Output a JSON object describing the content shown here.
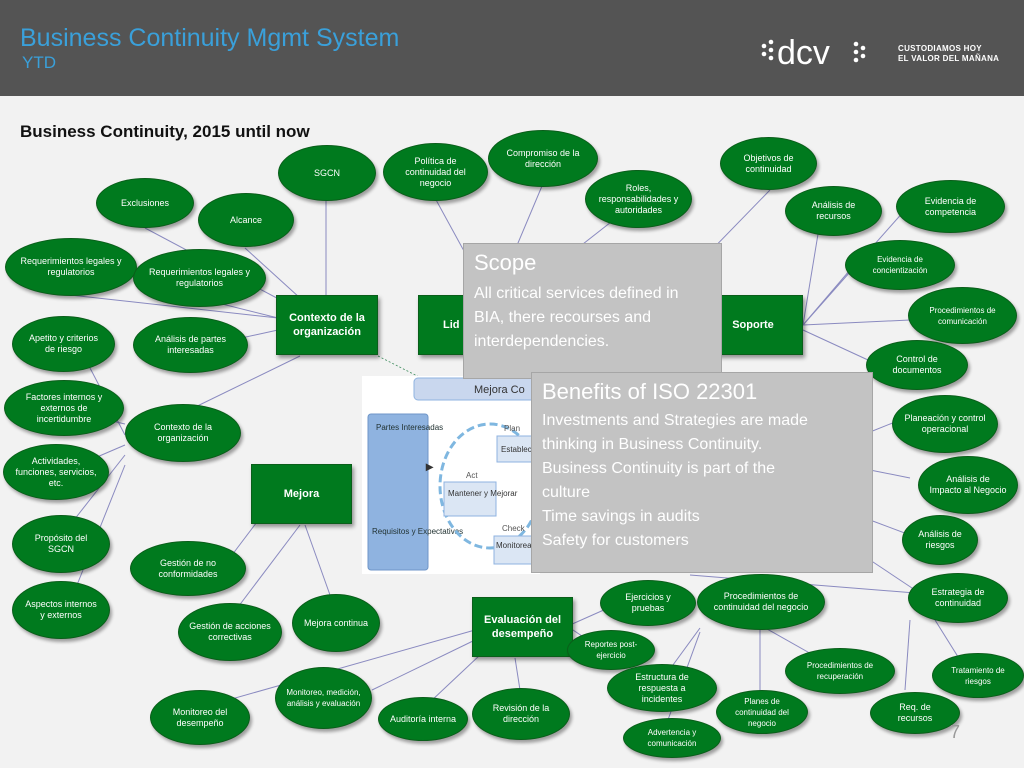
{
  "header": {
    "title": "Business Continuity Mgmt System",
    "subtitle": "YTD",
    "logo_text": "dcv",
    "tagline_line1": "CUSTODIAMOS HOY",
    "tagline_line2": "EL VALOR DEL MAÑANA"
  },
  "section_heading": "Business Continuity, 2015 until now",
  "hubs": {
    "contexto": "Contexto de la organización",
    "liderazgo": "Lid",
    "soporte": "Soporte",
    "mejora": "Mejora",
    "evaluacion": "Evaluación del desempeño"
  },
  "nodes": {
    "sgcn": "SGCN",
    "politica": "Política de continuidad del negocio",
    "compromiso": "Compromiso de la dirección",
    "roles": "Roles, responsabilidades y autoridades",
    "objetivos": "Objetivos de continuidad",
    "exclusiones": "Exclusiones",
    "alcance": "Alcance",
    "req1": "Requerimientos legales y regulatorios",
    "req2": "Requerimientos legales y regulatorios",
    "analisis_recursos": "Análisis de recursos",
    "evidencia_competencia": "Evidencia de competencia",
    "evidencia_concientizacion": "Evidencia de concientización",
    "proc_comunicacion": "Procedimientos de comunicación",
    "control_documentos": "Control de documentos",
    "apetito": "Apetito y criterios de riesgo",
    "analisis_partes": "Análisis de partes interesadas",
    "factores": "Factores internos y externos de incertidumbre",
    "contexto_oval": "Contexto de la organización",
    "actividades": "Actividades, funciones, servicios, etc.",
    "proposito": "Propósito del SGCN",
    "aspectos": "Aspectos internos y externos",
    "gestion_no_conf": "Gestión de no conformidades",
    "gestion_acciones": "Gestión de acciones correctivas",
    "mejora_continua": "Mejora continua",
    "monitoreo_desempeno": "Monitoreo del desempeño",
    "monitoreo_medicion": "Monitoreo, medición, análisis y evaluación",
    "auditoria": "Auditoría interna",
    "revision_direccion": "Revisión de la dirección",
    "planeacion": "Planeación y control operacional",
    "analisis_impacto": "Análisis de Impacto al Negocio",
    "analisis_riesgos": "Análisis de riesgos",
    "estrategia": "Estrategia de continuidad",
    "ejercicios": "Ejercicios y pruebas",
    "proc_continuidad": "Procedimientos de continuidad del negocio",
    "reportes": "Reportes post-ejercicio",
    "estructura": "Estructura de respuesta a incidentes",
    "proc_recuperacion": "Procedimientos de recuperación",
    "tratamiento": "Tratamiento de riesgos",
    "planes": "Planes de continuidad del negocio",
    "req_recursos": "Req. de recursos",
    "advertencia": "Advertencia y comunicación"
  },
  "scope_box": {
    "title": "Scope",
    "lines": [
      "All critical services defined in",
      "BIA, there recourses and",
      "interdependencies."
    ]
  },
  "benefits_box": {
    "title": "Benefits of ISO 22301",
    "lines": [
      "Investments and Strategies are made",
      "thinking in Business Continuity.",
      "Business Continuity is part of the",
      "culture",
      "Time savings in audits",
      "Safety for customers"
    ]
  },
  "pdca": {
    "banner": "Mejora Co",
    "partes": "Partes Interesadas",
    "requisitos": "Requisitos y Expectativas",
    "plan": "Plan",
    "establecer": "Establec",
    "act": "Act",
    "mantener": "Mantener y Mejorar",
    "check": "Check",
    "monitorear": "Monitorea Revisar"
  },
  "page_number": "7",
  "colors": {
    "header_bg": "#545454",
    "title": "#3aa0da",
    "node_green": "#007a1e",
    "box_gray": "#c3c3c3",
    "pdca_blue": "#8fb3e0"
  }
}
